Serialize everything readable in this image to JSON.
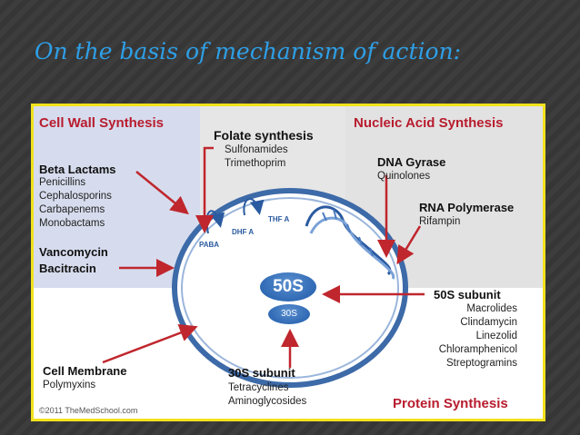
{
  "slide": {
    "title": "On the basis of mechanism of action:"
  },
  "diagram": {
    "sections": {
      "cell_wall": "Cell Wall Synthesis",
      "folate": "Folate synthesis",
      "nucleic_acid": "Nucleic Acid Synthesis",
      "protein": "Protein Synthesis"
    },
    "beta_lactams": {
      "title": "Beta Lactams",
      "items": [
        "Penicillins",
        "Cephalosporins",
        "Carbapenems",
        "Monobactams"
      ]
    },
    "vancomycin": {
      "line1": "Vancomycin",
      "line2": "Bacitracin"
    },
    "folate_items": [
      "Sulfonamides",
      "Trimethoprim"
    ],
    "dna_gyrase": {
      "title": "DNA Gyrase",
      "items": [
        "Quinolones"
      ]
    },
    "rna_polymerase": {
      "title": "RNA Polymerase",
      "items": [
        "Rifampin"
      ]
    },
    "subunit_50s": {
      "title": "50S subunit",
      "items": [
        "Macrolides",
        "Clindamycin",
        "Linezolid",
        "Chloramphenicol",
        "Streptogramins"
      ]
    },
    "subunit_30s": {
      "title": "30S subunit",
      "items": [
        "Tetracyclines",
        "Aminoglycosides"
      ]
    },
    "cell_membrane": {
      "title": "Cell Membrane",
      "items": [
        "Polymyxins"
      ]
    },
    "ribosome": {
      "large": "50S",
      "small": "30S"
    },
    "cell_labels": {
      "thf": "THF A",
      "dhf": "DHF A",
      "paba": "PABA"
    },
    "copyright": "©2011 TheMedSchool.com"
  },
  "colors": {
    "title": "#2e9fe6",
    "frame_border": "#f2e21c",
    "section_title": "#b81c2e",
    "arrow": "#c0262d",
    "cell_outline": "#3d6aa8",
    "ribosome": "#1e5aa8"
  }
}
